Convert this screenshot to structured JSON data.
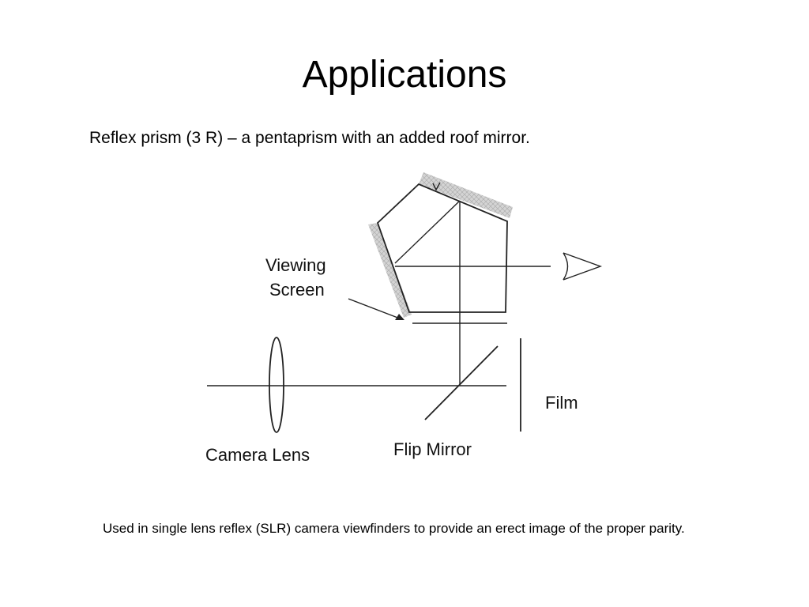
{
  "slide": {
    "title": "Applications",
    "subtitle": "Reflex prism (3 R) – a pentaprism with an added roof mirror.",
    "footnote": "Used in single lens reflex (SLR) camera viewfinders to provide an erect image of the proper parity."
  },
  "diagram": {
    "labels": {
      "viewing_screen_line1": "Viewing",
      "viewing_screen_line2": "Screen",
      "film": "Film",
      "camera_lens": "Camera Lens",
      "flip_mirror": "Flip Mirror"
    },
    "colors": {
      "line": "#222222",
      "mirror_coating": "#c8c8c8"
    },
    "icons": [
      "eye-icon",
      "arrow-icon"
    ]
  }
}
